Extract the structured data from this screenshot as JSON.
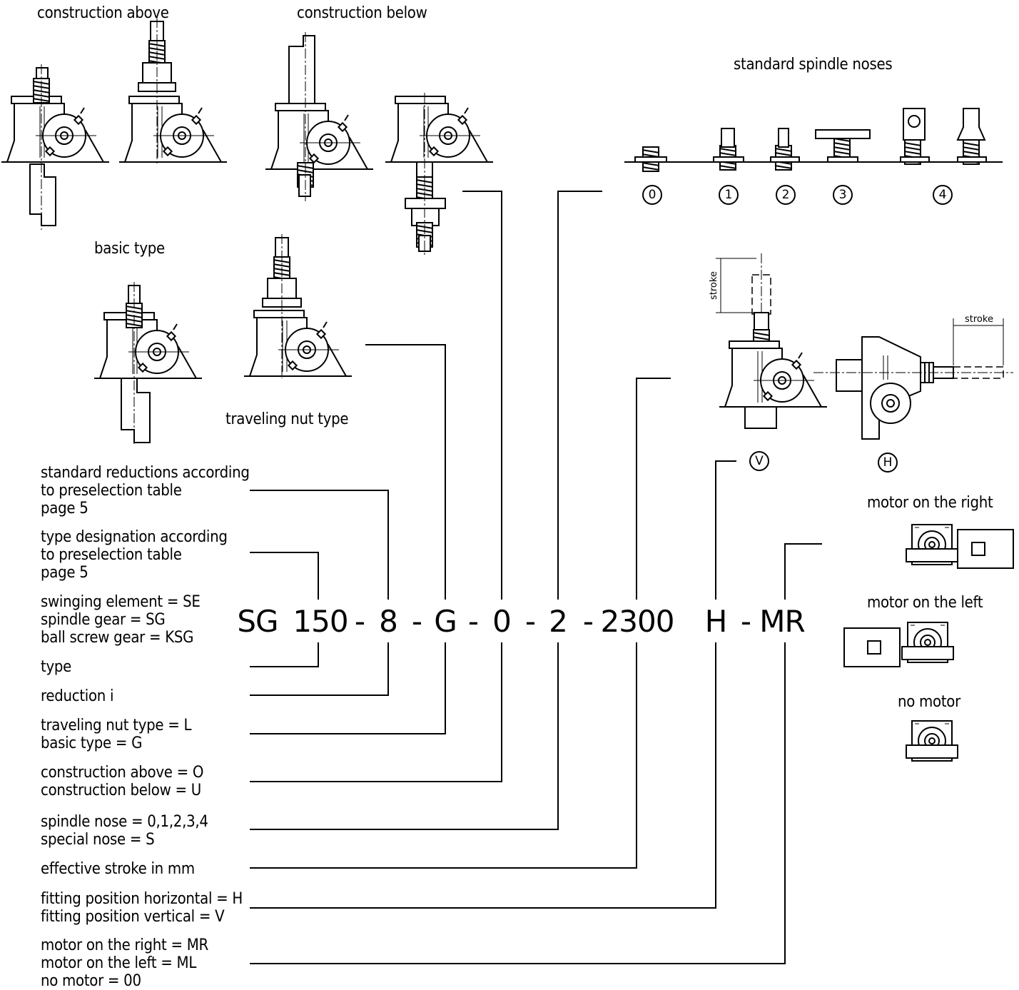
{
  "headings": {
    "construction_above": "construction above",
    "construction_below": "construction below",
    "basic_type": "basic type",
    "traveling_nut_type": "traveling nut type",
    "standard_spindle_noses": "standard spindle noses"
  },
  "nose_marks": [
    "0",
    "1",
    "2",
    "3",
    "4"
  ],
  "position_marks": {
    "vertical": "V",
    "horizontal": "H"
  },
  "stroke_label": "stroke",
  "motor_labels": {
    "right": "motor on the right",
    "left": "motor on the left",
    "none": "no motor"
  },
  "code": {
    "parts": [
      "SG",
      "150",
      "-",
      "8",
      "-",
      "G",
      "-",
      "0",
      "-",
      "2",
      "-",
      "2300",
      "H",
      "-",
      "MR"
    ]
  },
  "legend": [
    {
      "name": "reductions",
      "lines": [
        "standard reductions according",
        "to preselection table",
        "page 5"
      ]
    },
    {
      "name": "type-designation",
      "lines": [
        "type designation according",
        "to preselection table",
        "page 5"
      ]
    },
    {
      "name": "gear-family",
      "lines": [
        "swinging element = SE",
        "spindle gear = SG",
        "ball screw gear = KSG"
      ]
    },
    {
      "name": "type",
      "lines": [
        "type"
      ]
    },
    {
      "name": "reduction",
      "lines": [
        "reduction i"
      ]
    },
    {
      "name": "nut-type",
      "lines": [
        "traveling nut type = L",
        "basic type = G"
      ]
    },
    {
      "name": "construction",
      "lines": [
        "construction above = O",
        "construction below = U"
      ]
    },
    {
      "name": "spindle-nose",
      "lines": [
        "spindle nose = 0,1,2,3,4",
        "special nose = S"
      ]
    },
    {
      "name": "stroke",
      "lines": [
        "effective stroke in mm"
      ]
    },
    {
      "name": "fitting-position",
      "lines": [
        "fitting position horizontal = H",
        "fitting position vertical = V"
      ]
    },
    {
      "name": "motor",
      "lines": [
        "motor on the right = MR",
        "motor on the left = ML",
        "no motor = 00"
      ]
    }
  ]
}
